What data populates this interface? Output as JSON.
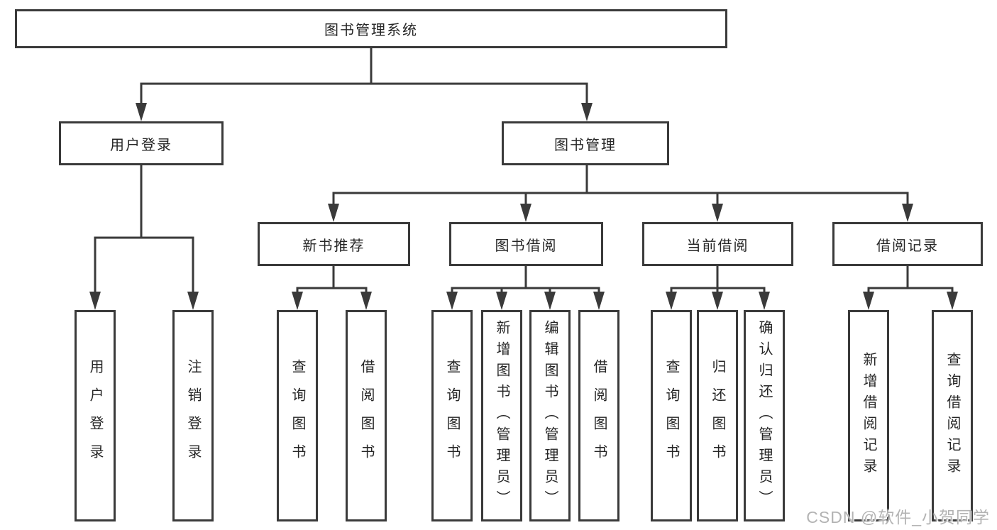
{
  "diagram": {
    "root": {
      "label": "图书管理系统"
    },
    "branches": [
      {
        "label": "用户登录",
        "children": [
          {
            "label": "用户登录"
          },
          {
            "label": "注销登录"
          }
        ]
      },
      {
        "label": "图书管理",
        "children": [
          {
            "label": "新书推荐",
            "children": [
              {
                "label": "查询图书"
              },
              {
                "label": "借阅图书"
              }
            ]
          },
          {
            "label": "图书借阅",
            "children": [
              {
                "label": "查询图书"
              },
              {
                "label": "新增图书（管理员）"
              },
              {
                "label": "编辑图书（管理员）"
              },
              {
                "label": "借阅图书"
              }
            ]
          },
          {
            "label": "当前借阅",
            "children": [
              {
                "label": "查询图书"
              },
              {
                "label": "归还图书"
              },
              {
                "label": "确认归还（管理员）"
              }
            ]
          },
          {
            "label": "借阅记录",
            "children": [
              {
                "label": "新增借阅记录"
              },
              {
                "label": "查询借阅记录"
              }
            ]
          }
        ]
      }
    ]
  },
  "watermark": {
    "text": "CSDN @软件_小贺同学"
  },
  "colors": {
    "line": "#3a3a3a",
    "text": "#262626",
    "background": "#ffffff",
    "watermark": "#b3b3b3"
  }
}
